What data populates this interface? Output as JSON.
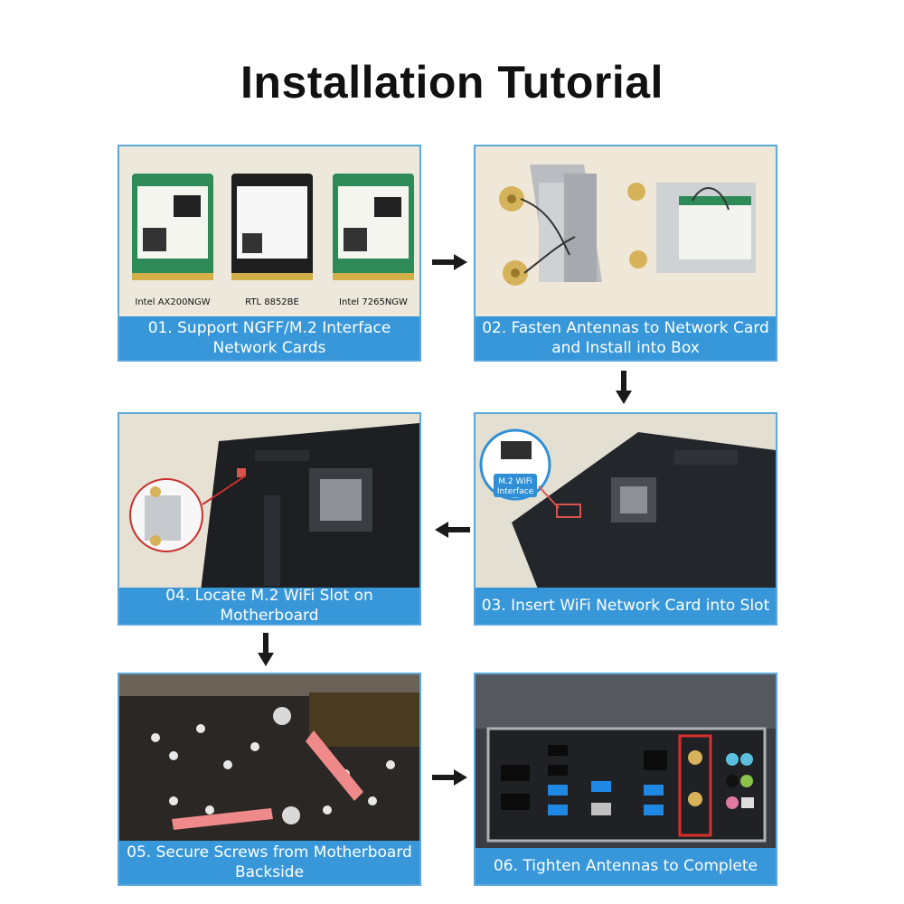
{
  "title": "Installation Tutorial",
  "steps": [
    {
      "line1": "01. Support NGFF/M.2 Interface",
      "line2": "Network Cards"
    },
    {
      "line1": "02. Fasten Antennas to Network Card",
      "line2": "and Install into Box"
    },
    {
      "line1": "03. Insert WiFi Network Card into Slot"
    },
    {
      "line1": "04. Locate M.2 WiFi Slot on Motherboard"
    },
    {
      "line1": "05. Secure Screws from Motherboard",
      "line2": "Backside"
    },
    {
      "line1": "06. Tighten Antennas to Complete"
    }
  ],
  "cards": [
    "Intel AX200NGW",
    "RTL 8852BE",
    "Intel 7265NGW"
  ],
  "callout": {
    "line1": "M.2 WiFi",
    "line2": "Interface"
  },
  "colors": {
    "caption": "#3797d9",
    "border": "#5aa8dc",
    "arrow": "#1a1a1a",
    "pcb_green": "#1f7a4a"
  }
}
